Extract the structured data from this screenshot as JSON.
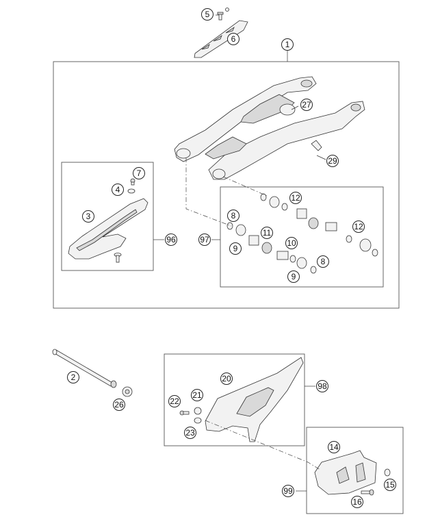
{
  "callouts": [
    {
      "id": "c1",
      "label": "1"
    },
    {
      "id": "c2",
      "label": "2"
    },
    {
      "id": "c3",
      "label": "3"
    },
    {
      "id": "c4",
      "label": "4"
    },
    {
      "id": "c5",
      "label": "5"
    },
    {
      "id": "c6",
      "label": "6"
    },
    {
      "id": "c7",
      "label": "7"
    },
    {
      "id": "c8a",
      "label": "8"
    },
    {
      "id": "c8b",
      "label": "8"
    },
    {
      "id": "c9a",
      "label": "9"
    },
    {
      "id": "c9b",
      "label": "9"
    },
    {
      "id": "c10",
      "label": "10"
    },
    {
      "id": "c11",
      "label": "11"
    },
    {
      "id": "c12a",
      "label": "12"
    },
    {
      "id": "c12b",
      "label": "12"
    },
    {
      "id": "c14",
      "label": "14"
    },
    {
      "id": "c15",
      "label": "15"
    },
    {
      "id": "c16",
      "label": "16"
    },
    {
      "id": "c20",
      "label": "20"
    },
    {
      "id": "c21",
      "label": "21"
    },
    {
      "id": "c22",
      "label": "22"
    },
    {
      "id": "c23",
      "label": "23"
    },
    {
      "id": "c26",
      "label": "26"
    },
    {
      "id": "c27",
      "label": "27"
    },
    {
      "id": "c29",
      "label": "29"
    },
    {
      "id": "c96",
      "label": "96"
    },
    {
      "id": "c97",
      "label": "97"
    },
    {
      "id": "c98",
      "label": "98"
    },
    {
      "id": "c99",
      "label": "99"
    }
  ]
}
